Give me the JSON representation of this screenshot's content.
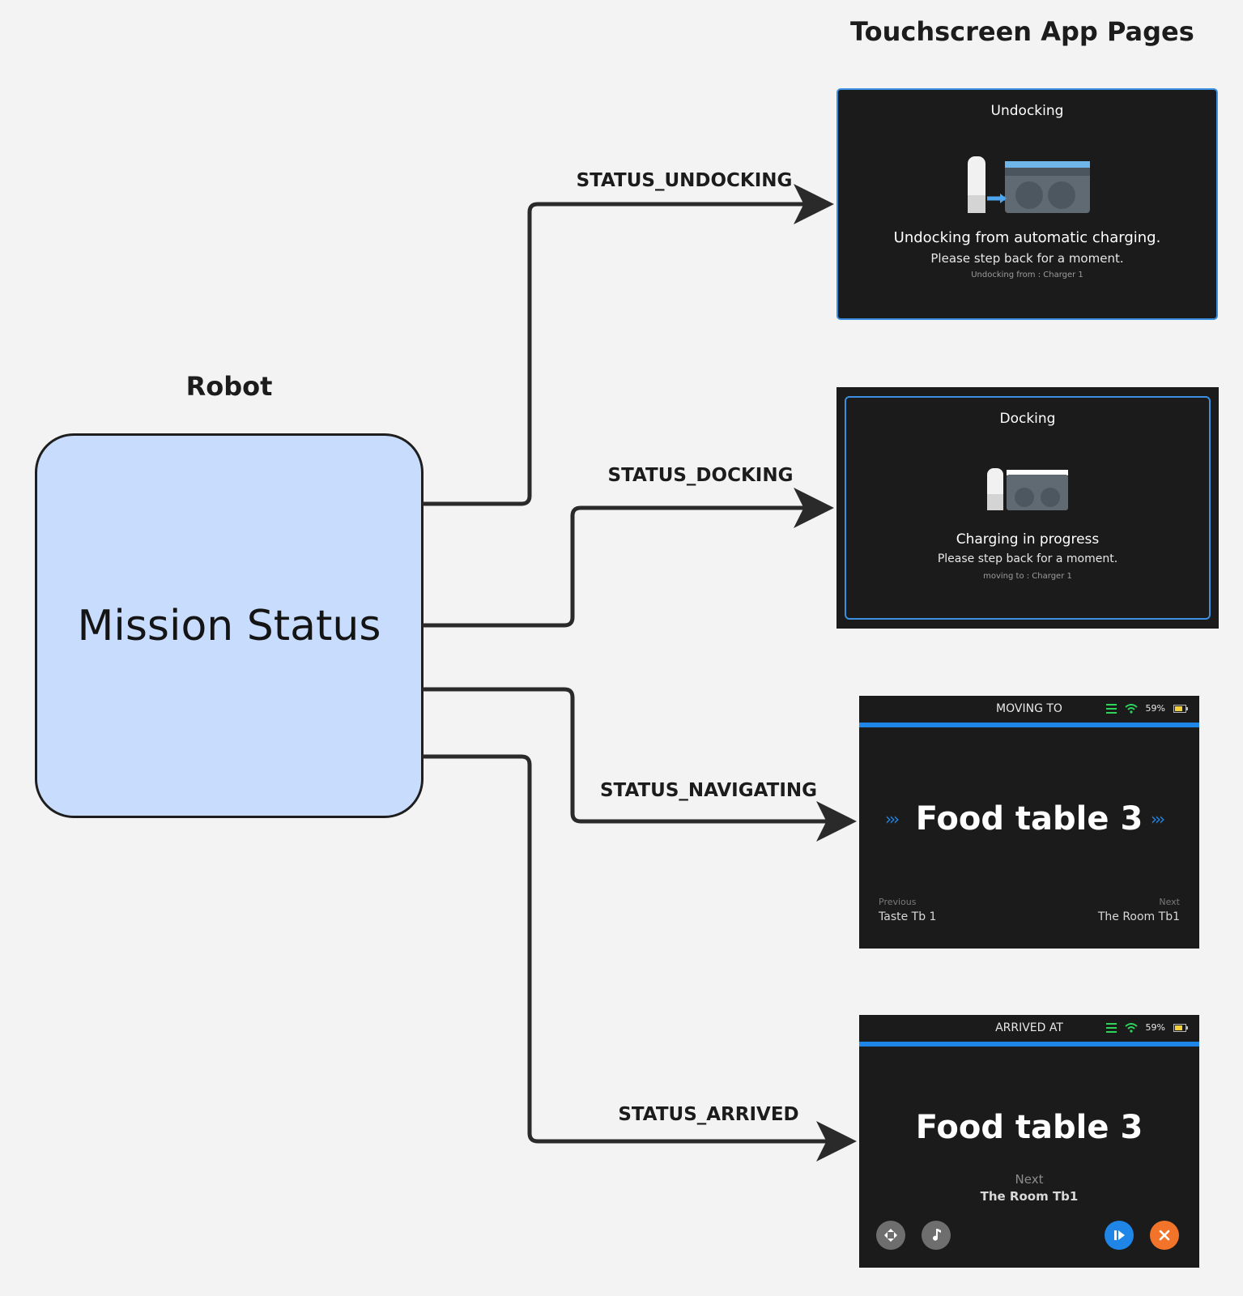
{
  "headings": {
    "pages_title": "Touchscreen App Pages",
    "robot_title": "Robot"
  },
  "robot": {
    "label": "Mission Status",
    "fill_color": "#c8dcfd"
  },
  "connections": [
    {
      "label": "STATUS_UNDOCKING",
      "target": "Undocking"
    },
    {
      "label": "STATUS_DOCKING",
      "target": "Docking"
    },
    {
      "label": "STATUS_NAVIGATING",
      "target": "MOVING TO"
    },
    {
      "label": "STATUS_ARRIVED",
      "target": "ARRIVED AT"
    }
  ],
  "screens": {
    "undocking": {
      "title": "Undocking",
      "message": "Undocking from automatic charging.",
      "sub": "Please step back for a moment.",
      "detail": "Undocking from : Charger 1"
    },
    "docking": {
      "title": "Docking",
      "message": "Charging in progress",
      "sub": "Please step back for a moment.",
      "detail": "moving to : Charger 1"
    },
    "navigating": {
      "header": "MOVING TO",
      "battery": "59%",
      "destination": "Food table 3",
      "previous_label": "Previous",
      "previous_value": "Taste Tb 1",
      "next_label": "Next",
      "next_value": "The Room Tb1"
    },
    "arrived": {
      "header": "ARRIVED AT",
      "battery": "59%",
      "destination": "Food table 3",
      "next_label": "Next",
      "next_value": "The Room Tb1",
      "buttons": [
        "move-icon",
        "music-icon",
        "resume-icon",
        "close-icon"
      ]
    }
  },
  "colors": {
    "accent_blue": "#1f86e8",
    "screen_bg": "#1b1b1b",
    "cancel_orange": "#f2742b",
    "wifi_green": "#2fd35b",
    "battery_yellow": "#f4d23c"
  }
}
